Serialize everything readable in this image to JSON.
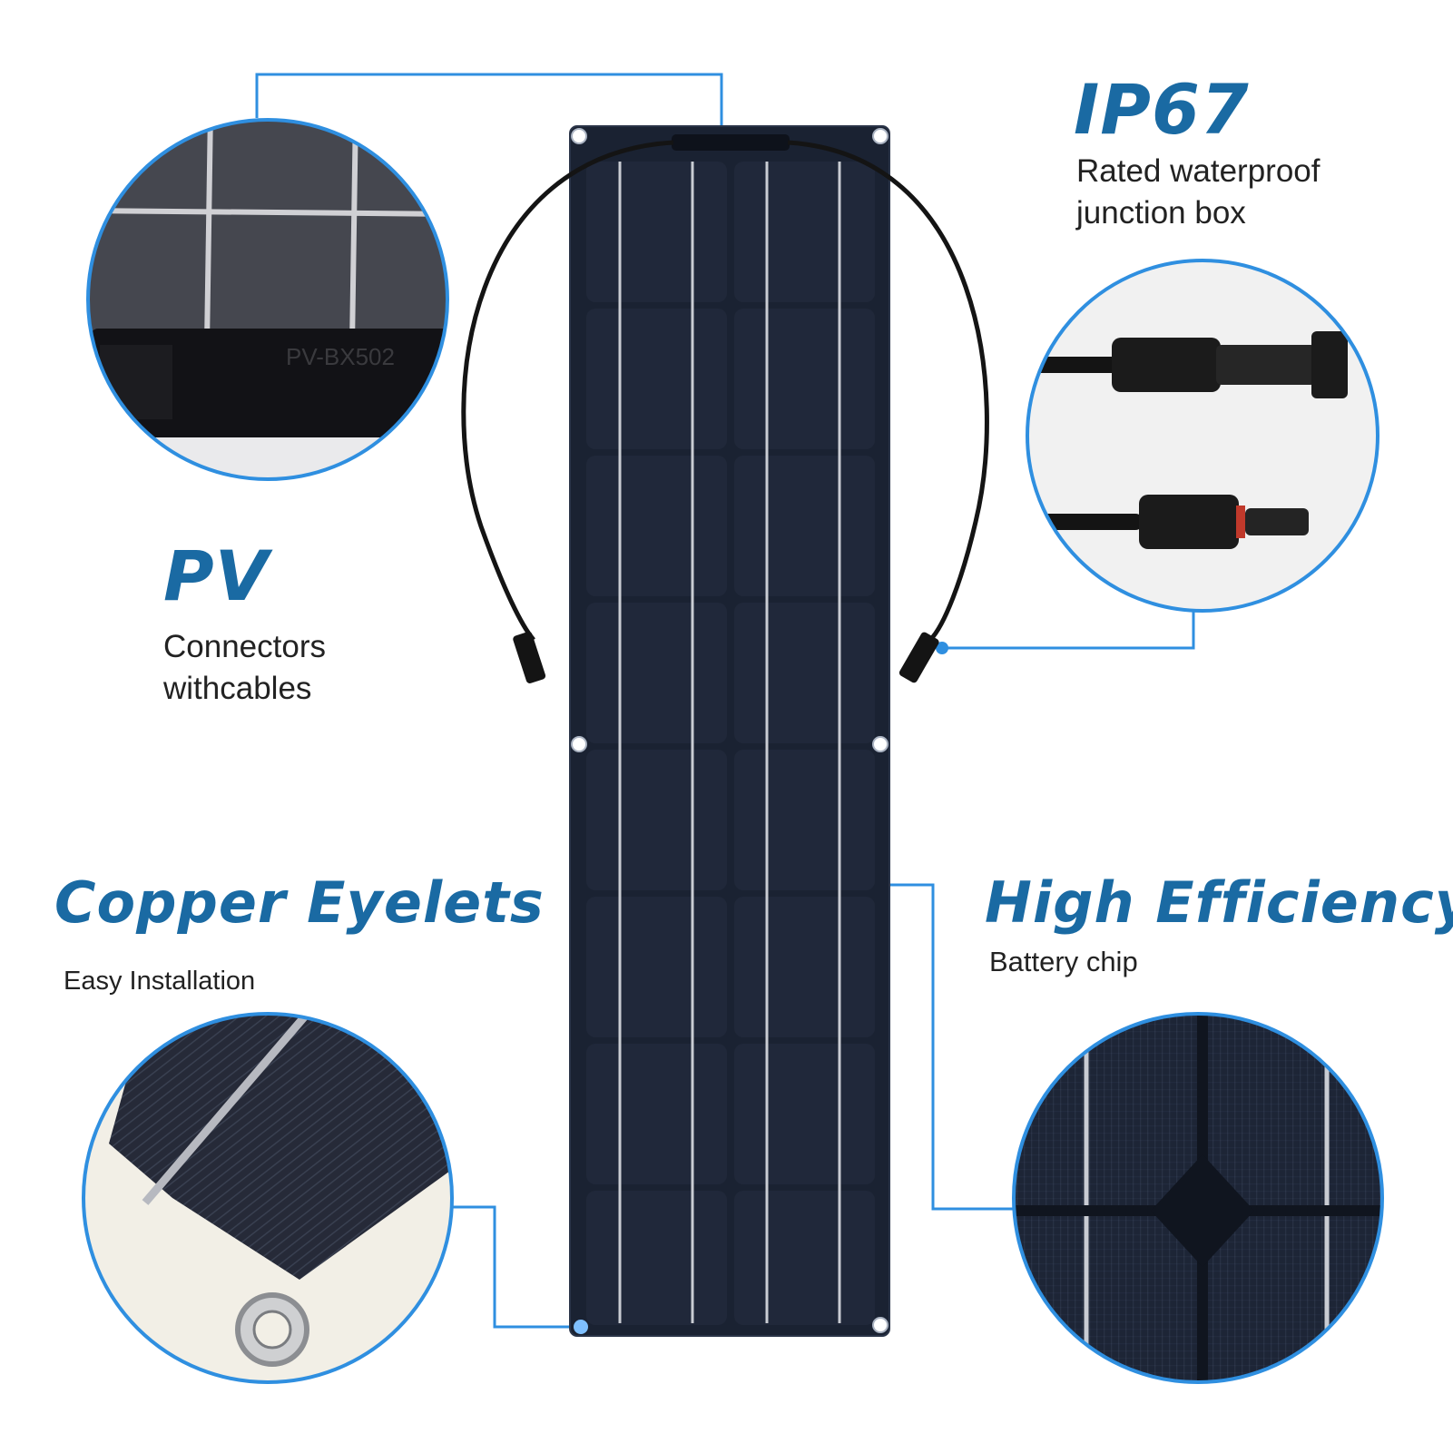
{
  "features": {
    "ip67": {
      "title": "IP67",
      "lines": [
        "Rated waterproof",
        "junction box"
      ]
    },
    "pv": {
      "title": "PV",
      "lines": [
        "Connectors",
        "withcables"
      ]
    },
    "copper": {
      "title": "Copper Eyelets",
      "lines": [
        "Easy Installation"
      ]
    },
    "efficiency": {
      "title": "High Efficiency",
      "lines": [
        "Battery chip"
      ]
    }
  },
  "junction_box_label": "PV-BX502",
  "colors": {
    "accent_blue": "#1a6aa3",
    "callout_line": "#2f8fe0",
    "panel": "#1a2232",
    "panel_cell": "#20283a",
    "busbar": "#c9ccd3",
    "backsheet": "#f2efe6"
  }
}
